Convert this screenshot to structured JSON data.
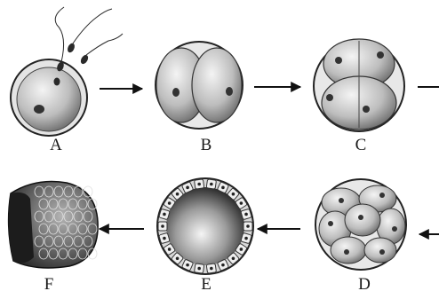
{
  "diagram": {
    "stages": [
      {
        "id": "A",
        "label": "A",
        "icon": "fertilization-icon"
      },
      {
        "id": "B",
        "label": "B",
        "icon": "two-cell-icon"
      },
      {
        "id": "C",
        "label": "C",
        "icon": "four-cell-icon"
      },
      {
        "id": "D",
        "label": "D",
        "icon": "eight-cell-icon"
      },
      {
        "id": "E",
        "label": "E",
        "icon": "blastula-icon"
      },
      {
        "id": "F",
        "label": "F",
        "icon": "morula-icon"
      }
    ],
    "arrows": [
      "A-B",
      "B-C",
      "C-D",
      "D-E",
      "E-F"
    ]
  }
}
